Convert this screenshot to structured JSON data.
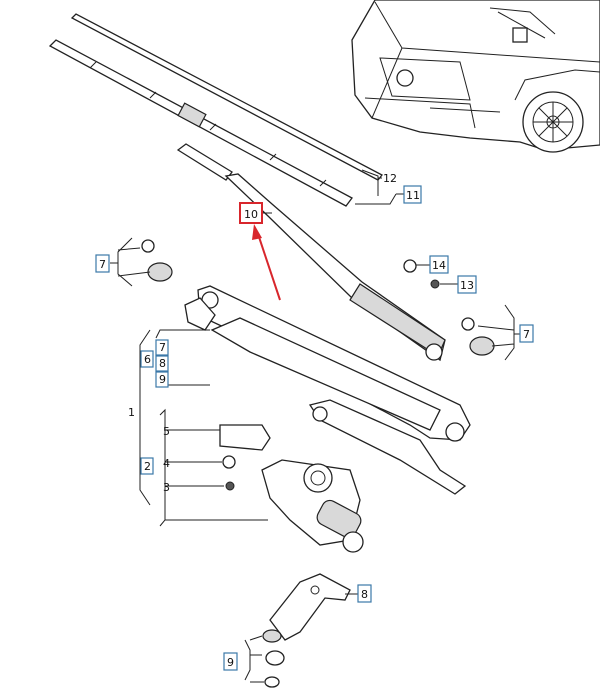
{
  "callouts": [
    {
      "id": "c1",
      "text": "1"
    },
    {
      "id": "c2",
      "text": "2"
    },
    {
      "id": "c3",
      "text": "3"
    },
    {
      "id": "c4",
      "text": "4"
    },
    {
      "id": "c5",
      "text": "5"
    },
    {
      "id": "c6",
      "text": "6"
    },
    {
      "id": "c7a",
      "text": "7"
    },
    {
      "id": "c7b",
      "text": "7"
    },
    {
      "id": "c7c",
      "text": "7"
    },
    {
      "id": "c8a",
      "text": "8"
    },
    {
      "id": "c8b",
      "text": "8"
    },
    {
      "id": "c9a",
      "text": "9"
    },
    {
      "id": "c9b",
      "text": "9"
    },
    {
      "id": "c10",
      "text": "10"
    },
    {
      "id": "c11",
      "text": "11"
    },
    {
      "id": "c12",
      "text": "12"
    },
    {
      "id": "c13",
      "text": "13"
    },
    {
      "id": "c14",
      "text": "14"
    }
  ],
  "colors": {
    "callout_box": "#3b78a8",
    "highlight": "#d8262c",
    "line": "#222222"
  }
}
